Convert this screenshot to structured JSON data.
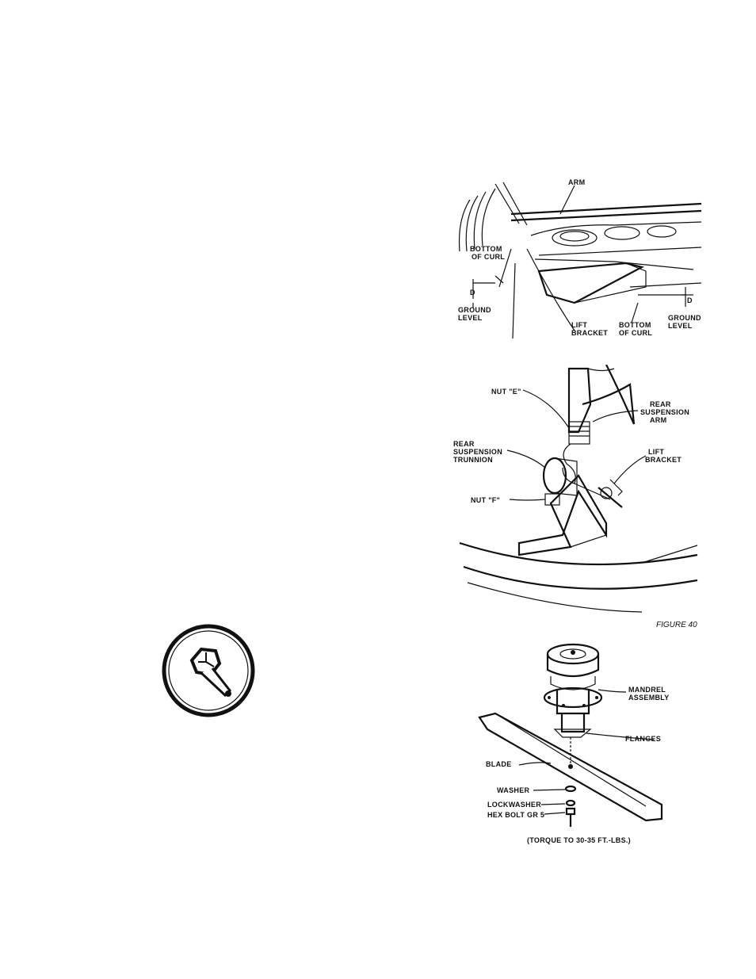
{
  "figure_top": {
    "labels": {
      "arm": "ARM",
      "bottom_of_curl_left": [
        "BOTTOM",
        "OF CURL"
      ],
      "ground_level_left": [
        "GROUND",
        "LEVEL"
      ],
      "lift_bracket": [
        "LIFT",
        "BRACKET"
      ],
      "bottom_of_curl_right": [
        "BOTTOM",
        "OF CURL"
      ],
      "ground_level_right": [
        "GROUND",
        "LEVEL"
      ],
      "dim_left": "D",
      "dim_right": "D"
    }
  },
  "figure_40": {
    "labels": {
      "nut_e": "NUT \"E\"",
      "rear_suspension_arm": [
        "REAR",
        "SUSPENSION",
        "ARM"
      ],
      "rear_suspension_trunnion": [
        "REAR",
        "SUSPENSION",
        "TRUNNION"
      ],
      "lift_bracket": [
        "LIFT",
        "BRACKET"
      ],
      "nut_f": "NUT \"F\""
    },
    "caption": "FIGURE 40"
  },
  "figure_blade": {
    "labels": {
      "mandrel_assembly": [
        "MANDREL",
        "ASSEMBLY"
      ],
      "flanges": "FLANGES",
      "blade": "BLADE",
      "washer": "WASHER",
      "lockwasher": "LOCKWASHER",
      "hex_bolt": "HEX BOLT GR 5"
    },
    "torque_note": "(TORQUE TO 30-35 FT.-LBS.)"
  },
  "icon": {
    "name": "wrench-socket-icon"
  }
}
